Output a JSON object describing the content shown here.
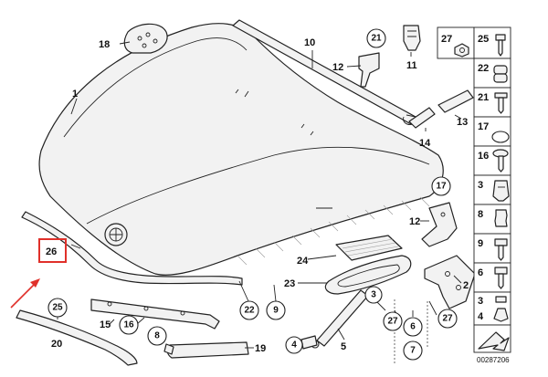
{
  "labels": {
    "p1": "1",
    "p2": "2",
    "p3": "3",
    "p4": "4",
    "p5": "5",
    "p6": "6",
    "p7": "7",
    "p8": "8",
    "p9": "9",
    "p10": "10",
    "p11": "11",
    "p12": "12",
    "p13": "13",
    "p14": "14",
    "p15": "15",
    "p16": "16",
    "p17": "17",
    "p18": "18",
    "p19": "19",
    "p20": "20",
    "p21": "21",
    "p22": "22",
    "p23": "23",
    "p24": "24",
    "p25": "25",
    "p26": "26",
    "p27": "27"
  },
  "doc_id": "00287206",
  "colors": {
    "highlight": "#e0302a",
    "line": "#222222",
    "fill": "#f2f2f2"
  }
}
